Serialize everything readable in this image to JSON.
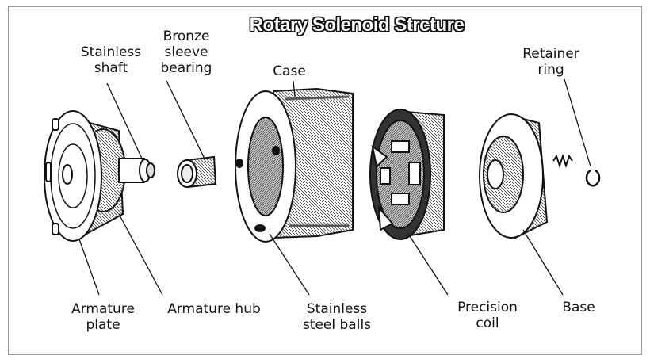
{
  "title": "Rotary Solenoid Strcture",
  "labels": {
    "stainless_shaft": "Stainless\nshaft",
    "bronze_sleeve_bearing": "Bronze\nsleeve\nbearing",
    "case": "Case",
    "retainer_ring": "Retainer\nring",
    "armature_plate": "Armature\nplate",
    "armature_hub": "Armature hub",
    "stainless_steel_balls": "Stainless\nsteel balls",
    "precision_coil": "Precision\ncoil",
    "base": "Base"
  }
}
